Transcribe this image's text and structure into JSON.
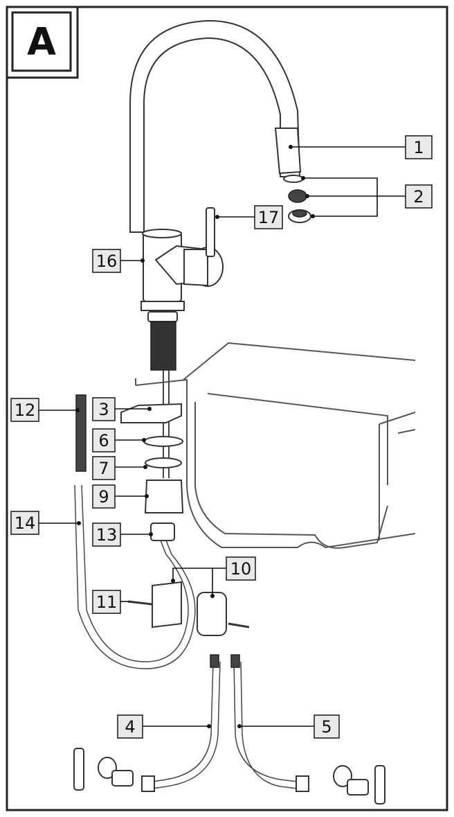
{
  "panel": {
    "letter": "A"
  },
  "colors": {
    "stroke": "#333333",
    "label_fill": "#e9e9e9",
    "hose_dark": "#444444"
  },
  "callouts": [
    {
      "id": "1",
      "text": "1"
    },
    {
      "id": "2",
      "text": "2"
    },
    {
      "id": "3",
      "text": "3"
    },
    {
      "id": "4",
      "text": "4"
    },
    {
      "id": "5",
      "text": "5"
    },
    {
      "id": "6",
      "text": "6"
    },
    {
      "id": "7",
      "text": "7"
    },
    {
      "id": "9",
      "text": "9"
    },
    {
      "id": "10",
      "text": "10"
    },
    {
      "id": "11",
      "text": "11"
    },
    {
      "id": "12",
      "text": "12"
    },
    {
      "id": "13",
      "text": "13"
    },
    {
      "id": "14",
      "text": "14"
    },
    {
      "id": "16",
      "text": "16"
    },
    {
      "id": "17",
      "text": "17"
    }
  ]
}
